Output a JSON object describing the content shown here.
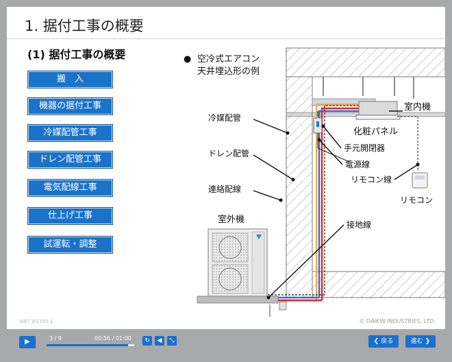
{
  "slide": {
    "title": "1. 据付工事の概要",
    "subtitle": "(1) 据付工事の概要",
    "menu": [
      {
        "label": "搬　入"
      },
      {
        "label": "機器の据付工事"
      },
      {
        "label": "冷媒配管工事"
      },
      {
        "label": "ドレン配管工事"
      },
      {
        "label": "電気配線工事"
      },
      {
        "label": "仕上げ工事"
      },
      {
        "label": "試運転・調整"
      }
    ],
    "diagram": {
      "bullet": "●",
      "caption_line1": "空冷式エアコン",
      "caption_line2": "天井埋込形の例",
      "labels": {
        "indoor_unit": "室内機",
        "panel": "化粧パネル",
        "refrigerant_pipe": "冷媒配管",
        "drain_pipe": "ドレン配管",
        "connecting_wire": "連絡配線",
        "outdoor_unit": "室外機",
        "hand_switch": "手元開閉器",
        "power_line": "電源線",
        "remote_line": "リモコン線",
        "remote": "リモコン",
        "ground_wire": "接地線"
      }
    },
    "footer_left": "WBT JP2355-1",
    "copyright": "© DAIKIN INDUSTRIES, LTD."
  },
  "player": {
    "slide_counter": "3 / 9",
    "time": "00:56 / 01:00",
    "progress": 0.93,
    "play_icon": "play-icon",
    "back_label": "❮ 戻る",
    "next_label": "進む ❯"
  },
  "colors": {
    "accent": "#1a73c9",
    "refrigerant_red": "#e8202a",
    "refrigerant_blue": "#2b6fd6",
    "drain_orange": "#f4a640"
  }
}
